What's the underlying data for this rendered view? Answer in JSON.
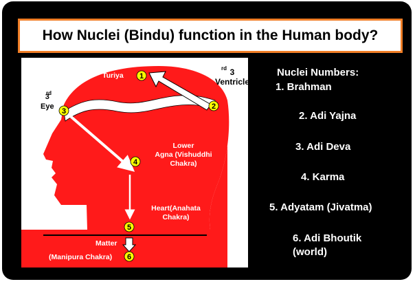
{
  "title": "How Nuclei (Bindu) function in the Human body?",
  "diagram": {
    "labels": {
      "turiya": "Turiya",
      "ventricle_sup": "rd",
      "ventricle": "3\nVentricle",
      "eye": "3\nEye",
      "lower_agna": "Lower\nAgna (Vishuddhi\nChakra)",
      "heart": "Heart(Anahata\nChakra)",
      "matter": "Matter",
      "manipura": "(Manipura Chakra)"
    },
    "nodes": [
      "1",
      "2",
      "3",
      "4",
      "5",
      "6"
    ]
  },
  "nuclei": {
    "header": "Nuclei Numbers:",
    "items": [
      "1. Brahman",
      "2. Adi Yajna",
      "3. Adi Deva",
      "4. Karma",
      "5. Adyatam (Jivatma)",
      "6. Adi Bhoutik\n(world)"
    ]
  },
  "colors": {
    "head": "#ff1a1a",
    "title_border": "#f07e26",
    "node": "#ffff00",
    "background": "#000000"
  }
}
